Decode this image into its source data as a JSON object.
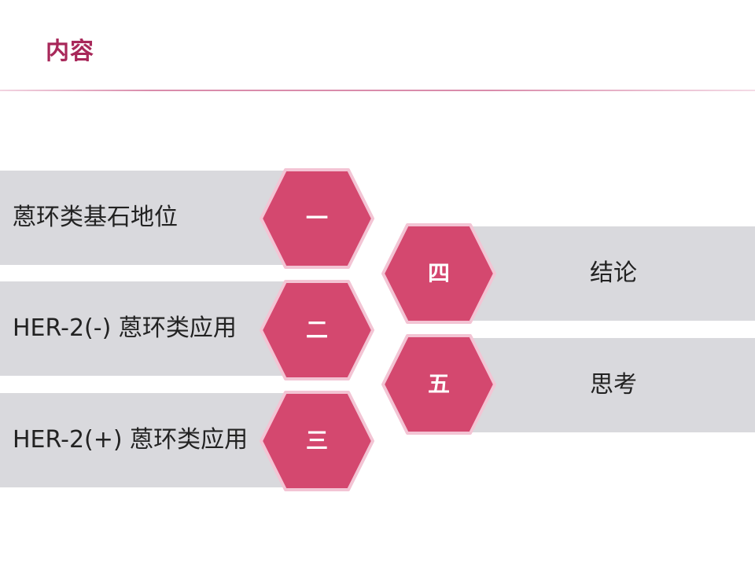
{
  "title": "内容",
  "left_items": [
    {
      "number": "一",
      "label": "蒽环类基石地位"
    },
    {
      "number": "二",
      "label": "HER-2(-) 蒽环类应用"
    },
    {
      "number": "三",
      "label": "HER-2(+) 蒽环类应用"
    }
  ],
  "right_items": [
    {
      "number": "四",
      "label": "结论"
    },
    {
      "number": "五",
      "label": "思考"
    }
  ],
  "colors": {
    "accent": "#a8285a",
    "hex_fill": "#d4486f",
    "hex_glow": "#f3c4d4",
    "band": "#d9d9dd"
  }
}
